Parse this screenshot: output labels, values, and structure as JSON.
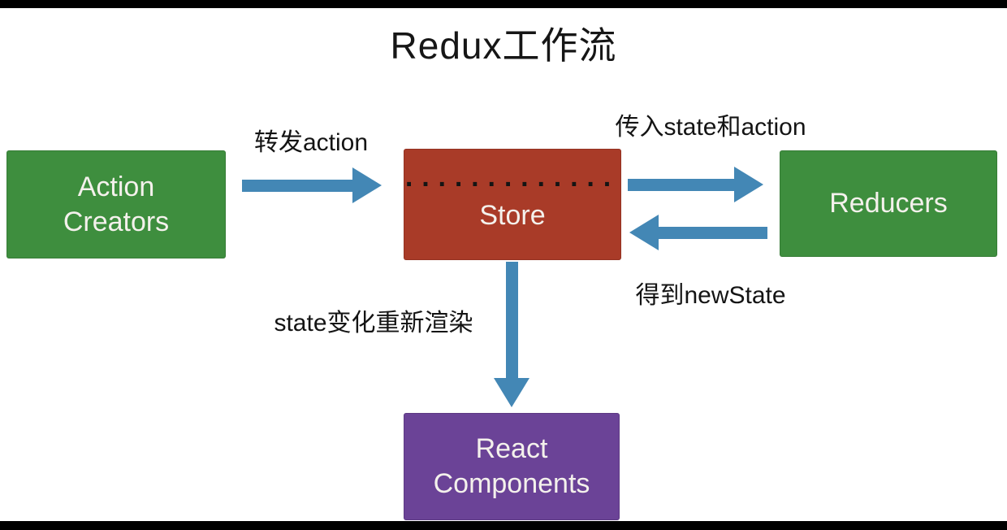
{
  "page": {
    "background": "#ffffff",
    "frame_bar_color": "#000000"
  },
  "diagram": {
    "title": "Redux工作流",
    "arrow_color": "#4387b5",
    "nodes": {
      "action_creators": {
        "lines": [
          "Action",
          "Creators"
        ],
        "color": "#3e8e3e"
      },
      "store": {
        "dots": "·············",
        "label": "Store",
        "color": "#a93b28"
      },
      "reducers": {
        "label": "Reducers",
        "color": "#3e8e3e"
      },
      "react_components": {
        "lines": [
          "React",
          "Components"
        ],
        "color": "#6b4397"
      }
    },
    "edge_labels": {
      "forward_action": "转发action",
      "pass_state_and_action": "传入state和action",
      "get_new_state": "得到newState",
      "state_rerender": "state变化重新渲染"
    }
  }
}
